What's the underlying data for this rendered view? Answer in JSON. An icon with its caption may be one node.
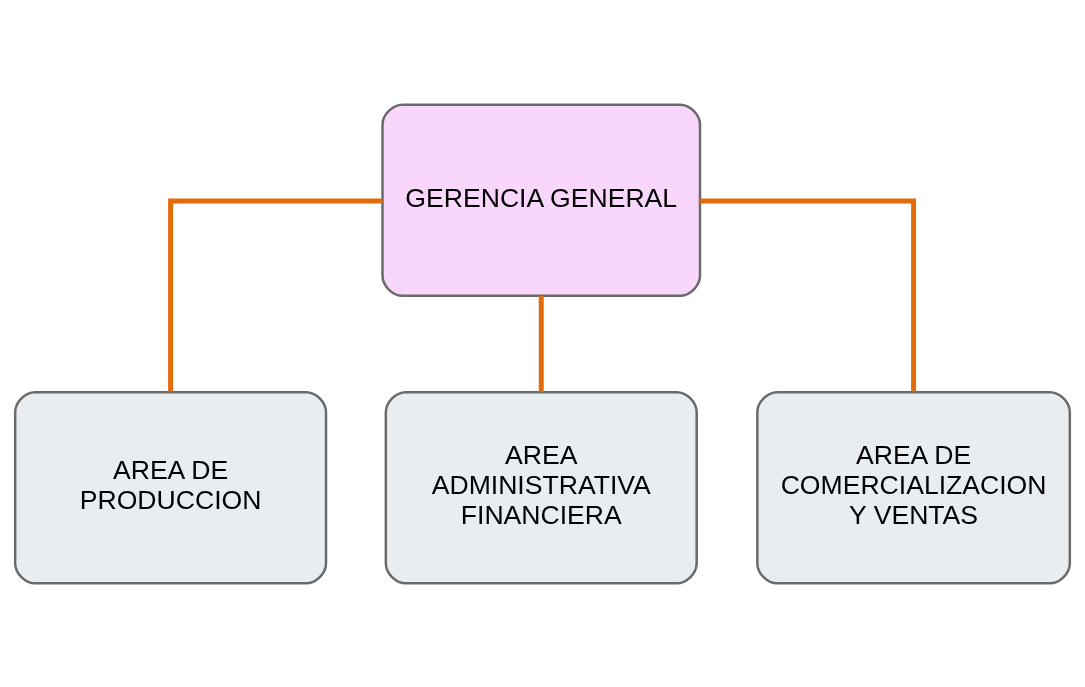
{
  "diagram": {
    "nodes": [
      {
        "text": [
          "GERENCIA GENERAL"
        ]
      },
      {
        "text": [
          "AREA DE PRODUCCION"
        ]
      },
      {
        "text": [
          "AREA ADMINISTRATIVA FINANCIERA"
        ]
      },
      {
        "text": [
          "AREA DE COMERCIALIZACION Y VENTAS"
        ]
      }
    ],
    "edges": [
      {
        "from": 0,
        "to": 1,
        "arrow": "none"
      },
      {
        "from": 0,
        "to": 2,
        "arrow": "none"
      },
      {
        "from": 0,
        "to": 3,
        "arrow": "none"
      }
    ]
  }
}
